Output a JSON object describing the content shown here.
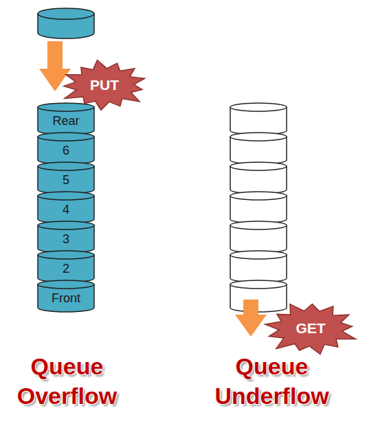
{
  "diagram": {
    "nodes": [
      {
        "text": [
          "PUT"
        ]
      },
      {
        "text": [
          "Rear"
        ]
      },
      {
        "text": [
          "6"
        ]
      },
      {
        "text": [
          "5"
        ]
      },
      {
        "text": [
          "4"
        ]
      },
      {
        "text": [
          "3"
        ]
      },
      {
        "text": [
          "2"
        ]
      },
      {
        "text": [
          "Front"
        ]
      },
      {
        "text": [
          "GET"
        ]
      }
    ],
    "labels": [
      "Queue Overflow",
      "Queue Underflow"
    ]
  }
}
